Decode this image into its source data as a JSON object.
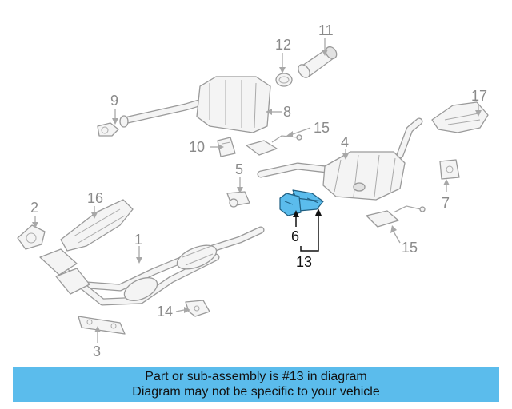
{
  "callouts": {
    "c1": "1",
    "c2": "2",
    "c3": "3",
    "c4": "4",
    "c5": "5",
    "c6": "6",
    "c7": "7",
    "c8": "8",
    "c9": "9",
    "c10": "10",
    "c11": "11",
    "c12": "12",
    "c13": "13",
    "c14": "14",
    "c15a": "15",
    "c15b": "15",
    "c16": "16",
    "c17": "17"
  },
  "highlight": {
    "part_number": "13",
    "color": "#5bbcec"
  },
  "banner": {
    "line1": "Part or sub-assembly is #13 in diagram",
    "line2": "Diagram may not be specific to your vehicle",
    "color": "#5bbcec"
  }
}
